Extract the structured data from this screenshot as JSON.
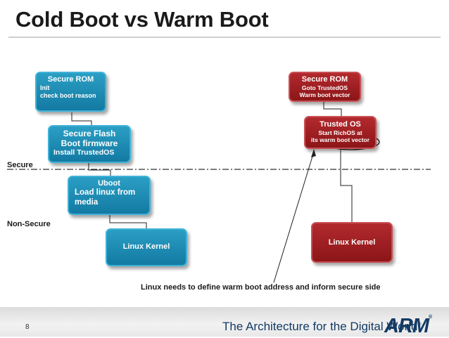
{
  "title": "Cold Boot vs Warm Boot",
  "zones": {
    "secure_label": "Secure",
    "non_secure_label": "Non-Secure"
  },
  "cold_boot": {
    "secure_rom": {
      "title": "Secure ROM",
      "line1": "Init",
      "line2": "check boot reason"
    },
    "secure_flash": {
      "title": "Secure Flash",
      "line1": "Boot firmware",
      "line2": "Install TrustedOS"
    },
    "uboot": {
      "title": "Uboot",
      "line1": "Load linux from",
      "line2": "media"
    },
    "linux_kernel": {
      "title": "Linux Kernel"
    }
  },
  "warm_boot": {
    "secure_rom": {
      "title": "Secure ROM",
      "line1": "Goto TrustedOS",
      "line2": "Warm boot vector"
    },
    "trusted_os": {
      "title": "Trusted OS",
      "line1": "Start RichOS at",
      "line2": "its warm boot vector"
    },
    "linux_kernel": {
      "title": "Linux Kernel"
    }
  },
  "annotation": "Linux needs to define warm boot address and inform secure side",
  "footer": {
    "page_number": "8",
    "tagline": "The Architecture for the Digital World",
    "tagline_mark": "®",
    "logo": "ARM",
    "logo_mark": "®"
  },
  "colors": {
    "blue": "#1b8ab4",
    "red": "#9b1e22",
    "text_dark": "#1a1a1a",
    "brand": "#123a63"
  }
}
